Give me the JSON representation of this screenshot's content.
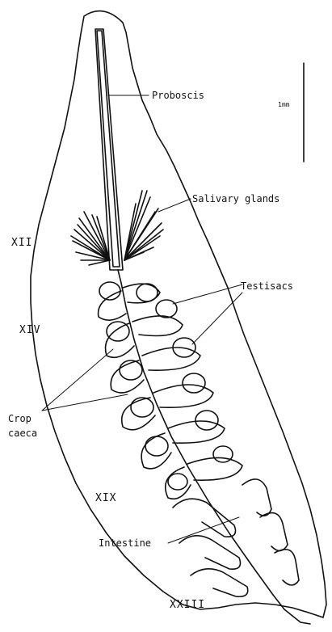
{
  "labels": {
    "proboscis": "Proboscis",
    "salivary_glands": "Salivary glands",
    "testisacs": "Testisacs",
    "crop_line1": "Crop",
    "crop_line2": "caeca",
    "intestine": "Intestine",
    "scale": "1mm"
  },
  "segments": {
    "s12": "XII",
    "s14": "XIV",
    "s19": "XIX",
    "s23": "XXIII"
  }
}
